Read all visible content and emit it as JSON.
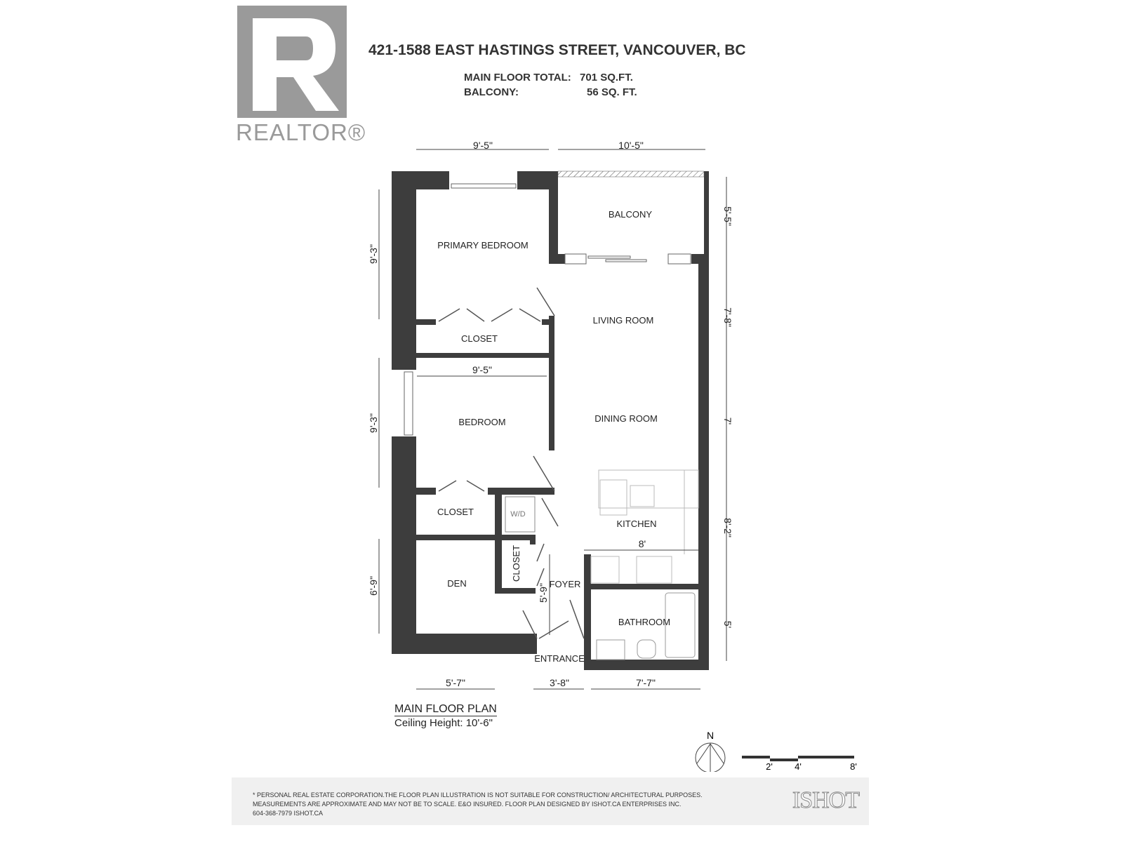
{
  "logo": {
    "word": "REALTOR®",
    "letter": "R"
  },
  "header": {
    "address": "421-1588 EAST HASTINGS STREET, VANCOUVER, BC",
    "main_floor_label": "MAIN FLOOR TOTAL:",
    "main_floor_value": "701 SQ.FT.",
    "balcony_label": "BALCONY:",
    "balcony_value": "56 SQ. FT."
  },
  "rooms": {
    "primary_bedroom": "PRIMARY BEDROOM",
    "balcony": "BALCONY",
    "living_room": "LIVING ROOM",
    "closet1": "CLOSET",
    "bedroom": "BEDROOM",
    "dining_room": "DINING ROOM",
    "closet2": "CLOSET",
    "wd": "W/D",
    "kitchen": "KITCHEN",
    "closet3": "CLOSET",
    "den": "DEN",
    "foyer": "FOYER",
    "bathroom": "BATHROOM",
    "entrance": "ENTRANCE"
  },
  "dimensions": {
    "top_left": "9'-5\"",
    "top_right": "10'-5\"",
    "left_upper": "9'-3\"",
    "left_middle": "9'-3\"",
    "left_lower": "6'-9\"",
    "bedroom_width": "9'-5\"",
    "right_balcony": "5'-5\"",
    "right_living": "7'-8\"",
    "right_dining": "7'",
    "right_kitchen": "8'-2\"",
    "right_bath": "5'",
    "kitchen_width": "8'",
    "foyer": "5'-9\"",
    "bottom_den": "5'-7\"",
    "bottom_entrance": "3'-8\"",
    "bottom_bath": "7'-7\""
  },
  "plan": {
    "title": "MAIN FLOOR PLAN",
    "ceiling": "Ceiling Height: 10'-6\""
  },
  "compass": {
    "label": "N"
  },
  "scale": {
    "ticks": [
      "2'",
      "4'",
      "8'"
    ]
  },
  "footer": {
    "line1": "* PERSONAL REAL ESTATE CORPORATION.THE FLOOR PLAN ILLUSTRATION IS NOT SUITABLE FOR CONSTRUCTION/ ARCHITECTURAL PURPOSES.",
    "line2": "MEASUREMENTS ARE APPROXIMATE AND MAY NOT BE TO SCALE. E&O INSURED. FLOOR PLAN DESIGNED BY ISHOT.CA ENTERPRISES INC.",
    "line3": "604-368-7979  ISHOT.CA",
    "brand": "ISHOT"
  },
  "colors": {
    "wall": "#3d3d3d",
    "logo": "#9a9a9a"
  }
}
